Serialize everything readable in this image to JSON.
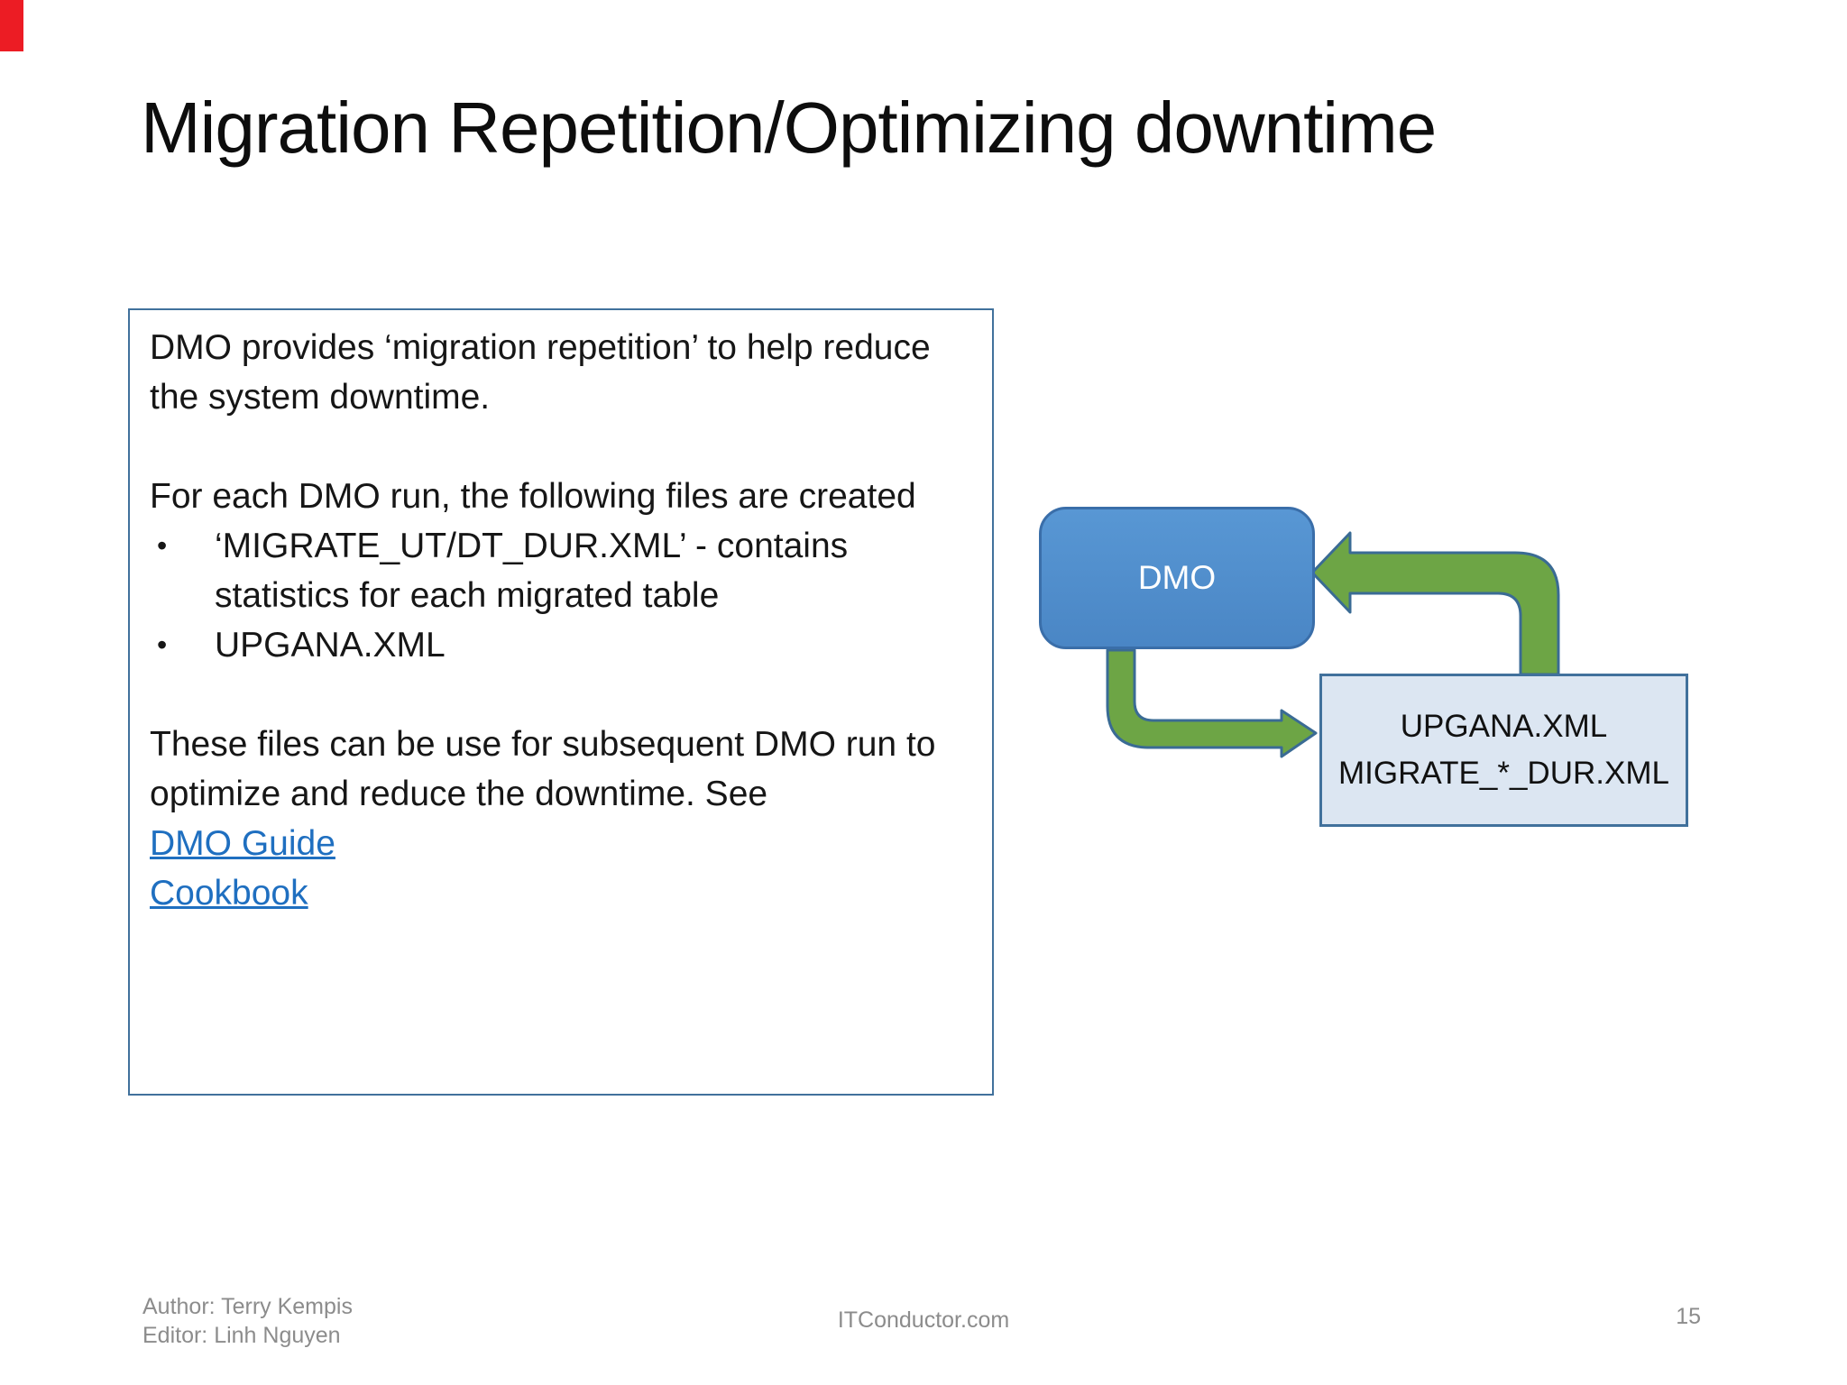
{
  "slide": {
    "title": "Migration Repetition/Optimizing downtime",
    "red_bar_color": "#EC1C24"
  },
  "textbox": {
    "para1": "DMO provides ‘migration repetition’ to help reduce the system downtime.",
    "para2": "For each DMO run, the following files are created",
    "bullet_glyph": "•",
    "bullets": [
      "‘MIGRATE_UT/DT_DUR.XML’ - contains statistics for each migrated table",
      "UPGANA.XML"
    ],
    "para3": "These files can be use for subsequent DMO run to optimize and reduce the downtime. See",
    "links": [
      {
        "label": "DMO Guide"
      },
      {
        "label": "Cookbook"
      }
    ]
  },
  "diagram": {
    "dmo_label": "DMO",
    "files_line1": "UPGANA.XML",
    "files_line2": "MIGRATE_*_DUR.XML",
    "arrow_fill": "#6DA545",
    "arrow_stroke": "#3A6B94",
    "dmo_fill": "#4E8CCB",
    "dmo_border": "#3A6EA9",
    "files_fill": "#DCE6F2",
    "files_border": "#41719C"
  },
  "footer": {
    "author": "Author: Terry Kempis",
    "editor": "Editor: Linh Nguyen",
    "site": "ITConductor.com",
    "page_number": "15"
  }
}
